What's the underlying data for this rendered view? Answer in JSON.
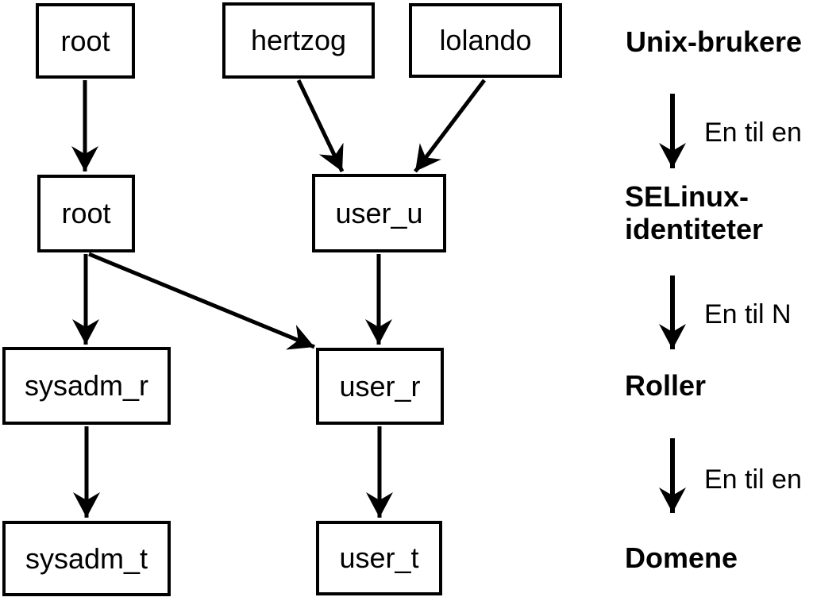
{
  "diagram": {
    "nodes": {
      "unix_root": {
        "label": "root"
      },
      "unix_hertzog": {
        "label": "hertzog"
      },
      "unix_lolando": {
        "label": "lolando"
      },
      "selinux_root": {
        "label": "root"
      },
      "selinux_user_u": {
        "label": "user_u"
      },
      "role_sysadm_r": {
        "label": "sysadm_r"
      },
      "role_user_r": {
        "label": "user_r"
      },
      "domain_sysadm_t": {
        "label": "sysadm_t"
      },
      "domain_user_t": {
        "label": "user_t"
      }
    },
    "edges": [
      {
        "from": "unix_root",
        "to": "selinux_root"
      },
      {
        "from": "unix_hertzog",
        "to": "selinux_user_u"
      },
      {
        "from": "unix_lolando",
        "to": "selinux_user_u"
      },
      {
        "from": "selinux_root",
        "to": "role_sysadm_r"
      },
      {
        "from": "selinux_root",
        "to": "role_user_r"
      },
      {
        "from": "selinux_user_u",
        "to": "role_user_r"
      },
      {
        "from": "role_sysadm_r",
        "to": "domain_sysadm_t"
      },
      {
        "from": "role_user_r",
        "to": "domain_user_t"
      }
    ]
  },
  "legend": {
    "level1": "Unix-brukere",
    "relation1": "En til en",
    "level2_line1": "SELinux-",
    "level2_line2": "identiteter",
    "relation2": "En til N",
    "level3": "Roller",
    "relation3": "En til en",
    "level4": "Domene"
  },
  "colors": {
    "ink": "#000000",
    "background": "#ffffff",
    "node_fill": "#ffffff"
  }
}
